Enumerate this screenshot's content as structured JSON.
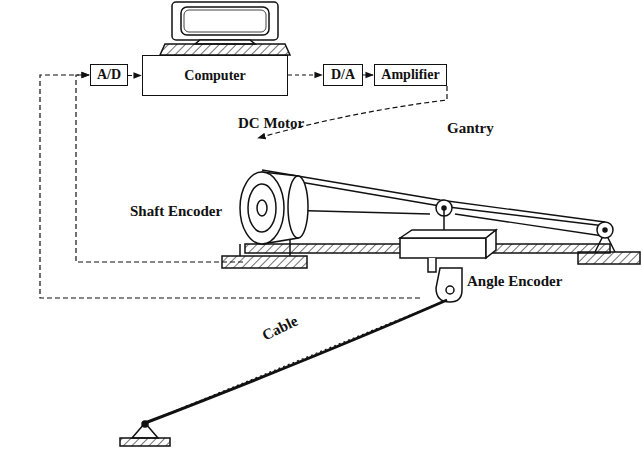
{
  "diagram": {
    "nodes": [
      {
        "text": [
          "A/D"
        ]
      },
      {
        "text": [
          "Computer"
        ]
      },
      {
        "text": [
          "D/A"
        ]
      },
      {
        "text": [
          "Amplifier"
        ]
      }
    ],
    "edges": [
      {
        "from": 0,
        "to": 1,
        "arrow": "to"
      },
      {
        "from": 1,
        "to": 2,
        "arrow": "to"
      },
      {
        "from": 2,
        "to": 3,
        "arrow": "to"
      }
    ],
    "labels": [
      "DC Motor",
      "Gantry",
      "Shaft Encoder",
      "Angle Encoder",
      "Cable"
    ]
  }
}
